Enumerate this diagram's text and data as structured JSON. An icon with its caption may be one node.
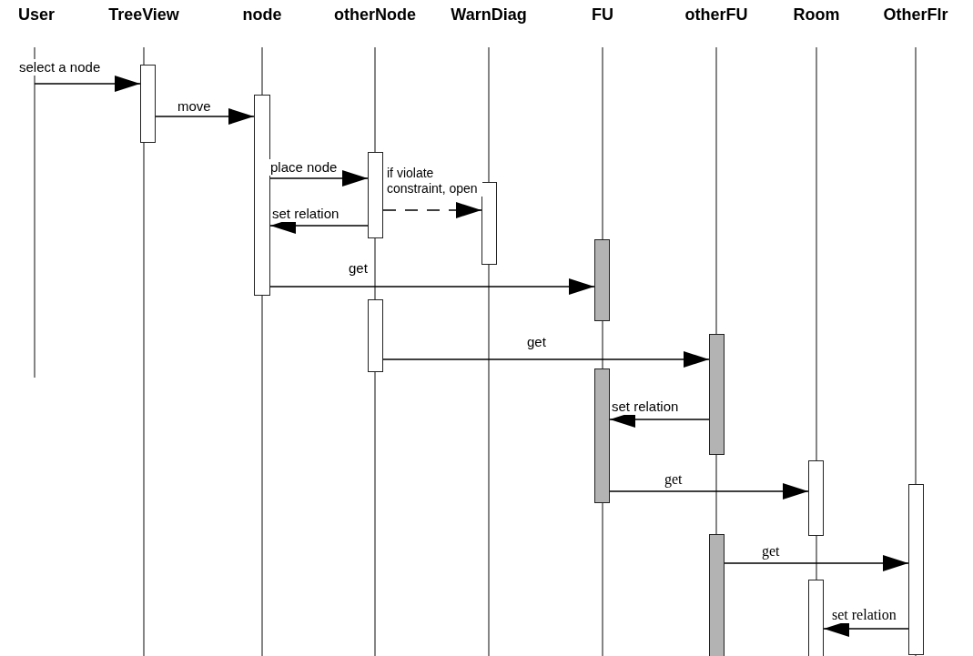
{
  "diagram": {
    "nodes": [
      {
        "text": [
          "User"
        ]
      },
      {
        "text": [
          "TreeView"
        ]
      },
      {
        "text": [
          "node"
        ]
      },
      {
        "text": [
          "otherNode"
        ]
      },
      {
        "text": [
          "WarnDiag"
        ]
      },
      {
        "text": [
          "FU"
        ]
      },
      {
        "text": [
          "otherFU"
        ]
      },
      {
        "text": [
          "Room"
        ]
      },
      {
        "text": [
          "OtherFlr"
        ]
      },
      {
        "text": [],
        "shape": "bar"
      },
      {
        "text": [],
        "shape": "bar"
      },
      {
        "text": [],
        "shape": "bar"
      },
      {
        "text": [],
        "shape": "bar"
      },
      {
        "text": [],
        "shape": "bar"
      },
      {
        "text": [],
        "shape": "bar"
      },
      {
        "text": [],
        "shape": "bar"
      },
      {
        "text": [],
        "shape": "bar"
      },
      {
        "text": [],
        "shape": "bar"
      },
      {
        "text": [],
        "shape": "bar"
      },
      {
        "text": [],
        "shape": "bar"
      },
      {
        "text": [],
        "shape": "bar"
      }
    ],
    "edges": [
      {
        "from": 0,
        "to": 9,
        "arrow": "to",
        "label": "select a node"
      },
      {
        "from": 9,
        "to": 10,
        "arrow": "to",
        "label": "move"
      },
      {
        "from": 10,
        "to": 11,
        "arrow": "to",
        "label": "place node"
      },
      {
        "from": 11,
        "to": 12,
        "arrow": "to",
        "label": "if violate constraint, open",
        "style": "dashed"
      },
      {
        "from": 11,
        "to": 10,
        "arrow": "to",
        "label": "set relation"
      },
      {
        "from": 10,
        "to": 13,
        "arrow": "to",
        "label": "get"
      },
      {
        "from": 14,
        "to": 15,
        "arrow": "to",
        "label": "get"
      },
      {
        "from": 15,
        "to": 16,
        "arrow": "to",
        "label": "set relation"
      },
      {
        "from": 16,
        "to": 17,
        "arrow": "to",
        "label": "get"
      },
      {
        "from": 19,
        "to": 18,
        "arrow": "to",
        "label": "get"
      },
      {
        "from": 18,
        "to": 20,
        "arrow": "to",
        "label": "set relation"
      }
    ]
  }
}
